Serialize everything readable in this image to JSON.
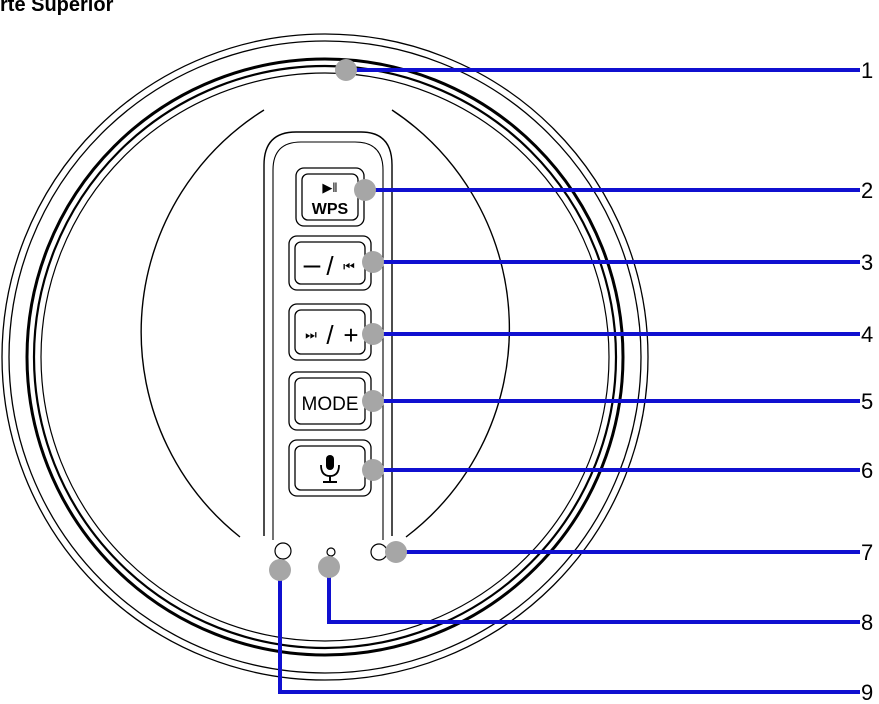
{
  "title": "rte Superior",
  "buttons": {
    "play_wps_icon": "▶‖",
    "play_wps_label": "WPS",
    "minus_prev_minus": "–",
    "minus_prev_slash": "/",
    "minus_prev_icon": "⏮",
    "next_plus_icon": "⏭",
    "next_plus_slash": "/",
    "next_plus_plus": "+",
    "mode_label": "MODE",
    "mic_icon": "microphone-icon"
  },
  "callouts": [
    "1",
    "2",
    "3",
    "4",
    "5",
    "6",
    "7",
    "8",
    "9"
  ],
  "colors": {
    "leader_line": "#1010d0",
    "marker_dot": "#a6a6a6",
    "outline": "#000000"
  }
}
